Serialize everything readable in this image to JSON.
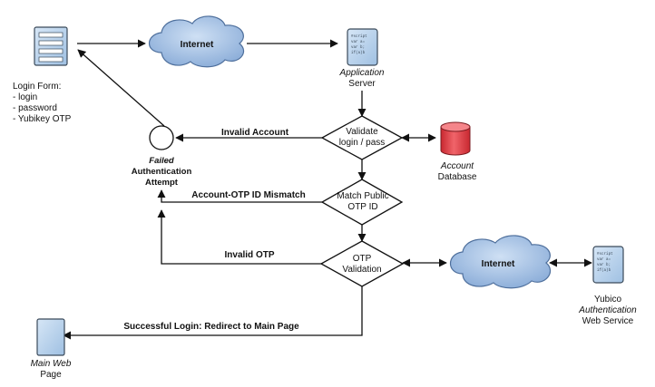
{
  "nodes": {
    "login_form": {
      "title": "Login Form:",
      "items": [
        "- login",
        "- password",
        "- Yubikey OTP"
      ]
    },
    "internet_top": "Internet",
    "app_server": [
      "Application",
      "Server"
    ],
    "validate": [
      "Validate",
      "login / pass"
    ],
    "account_db": [
      "Account",
      "Database"
    ],
    "failed_auth": [
      "Failed",
      "Authentication",
      "Attempt"
    ],
    "match_otp": [
      "Match Public",
      "OTP ID"
    ],
    "otp_validation": [
      "OTP",
      "Validation"
    ],
    "internet_bottom": "Internet",
    "yubico": [
      "Yubico",
      "Authentication",
      "Web Service"
    ],
    "main_page": [
      "Main Web",
      "Page"
    ]
  },
  "edges": {
    "invalid_account": "Invalid Account",
    "otp_mismatch": "Account-OTP ID Mismatch",
    "invalid_otp": "Invalid OTP",
    "success": "Successful Login: Redirect to Main Page"
  },
  "icons": {
    "login_form": "form-document-icon",
    "app_server": "server-script-icon",
    "yubico_server": "server-script-icon",
    "main_page": "web-page-icon",
    "database": "database-cylinder-icon",
    "cloud": "internet-cloud-icon"
  },
  "colors": {
    "doc_fill": "#b9d4ee",
    "doc_stroke": "#3b4a5a",
    "cloud_fill": "#9cb9de",
    "db_fill": "#e9424b",
    "line": "#111111"
  }
}
